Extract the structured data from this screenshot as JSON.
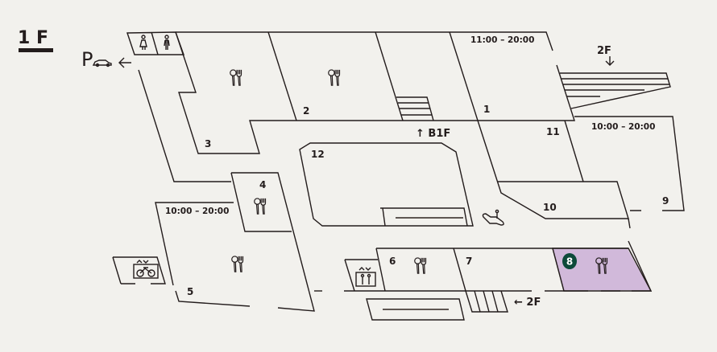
{
  "floor": {
    "label": "1 F"
  },
  "parking": {
    "label": "P"
  },
  "connections": {
    "b1f": "↑ B1F",
    "up_2f": "2F",
    "left_2f": "← 2F"
  },
  "shops": [
    {
      "number": "1",
      "hours": "11:00 – 20:00"
    },
    {
      "number": "2"
    },
    {
      "number": "3"
    },
    {
      "number": "4"
    },
    {
      "number": "5",
      "hours": "10:00 – 20:00"
    },
    {
      "number": "6"
    },
    {
      "number": "7"
    },
    {
      "number": "8",
      "highlighted": true
    },
    {
      "number": "9",
      "hours": "10:00 – 20:00"
    },
    {
      "number": "10"
    },
    {
      "number": "11"
    },
    {
      "number": "12"
    }
  ],
  "colors": {
    "background": "#f2f1ed",
    "line": "#231c1c",
    "highlight": "#d1b9da",
    "badge": "#0d4a3a"
  }
}
